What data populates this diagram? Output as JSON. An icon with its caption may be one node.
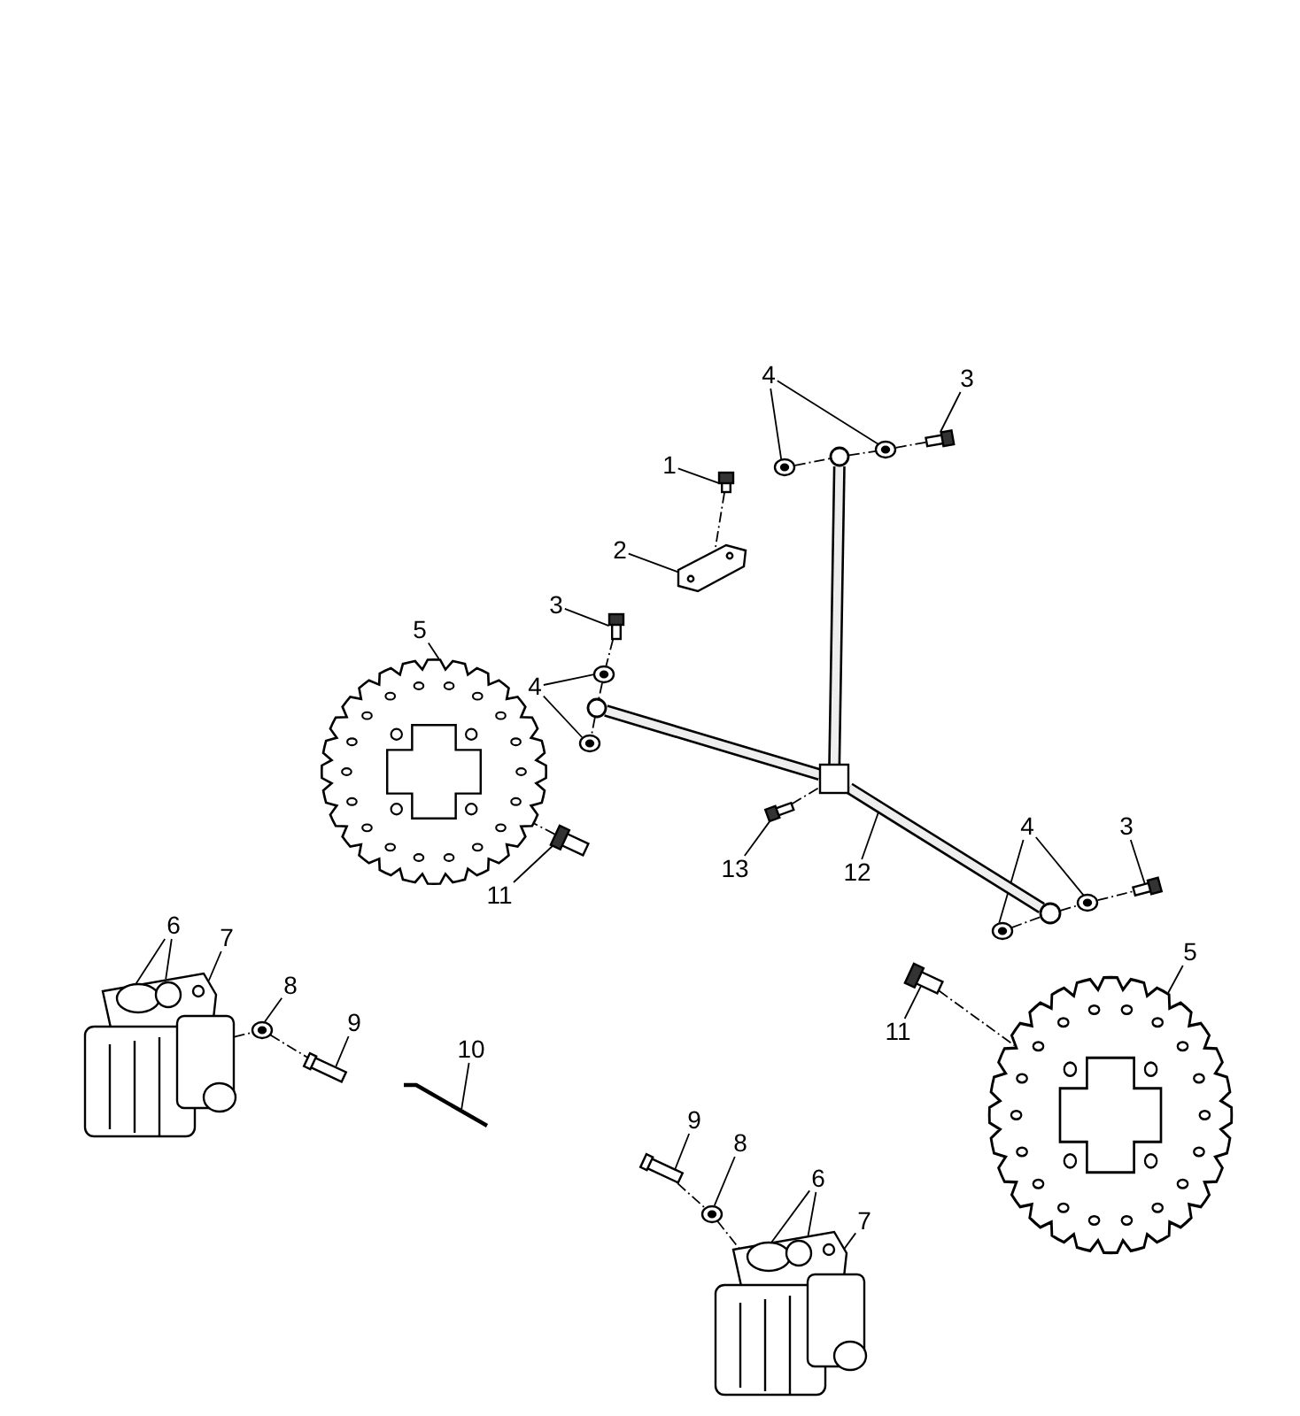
{
  "diagram": {
    "nodes": [
      {
        "text": [
          "1"
        ]
      },
      {
        "text": [
          "2"
        ]
      },
      {
        "text": [
          "3"
        ]
      },
      {
        "text": [
          "4"
        ]
      },
      {
        "text": [
          "5"
        ]
      },
      {
        "text": [
          "11"
        ]
      },
      {
        "text": [
          "13"
        ]
      },
      {
        "text": [
          "12"
        ]
      },
      {
        "text": [
          "4"
        ]
      },
      {
        "text": [
          "3"
        ]
      },
      {
        "text": [
          "4"
        ]
      },
      {
        "text": [
          "3"
        ]
      },
      {
        "text": [
          "5"
        ]
      },
      {
        "text": [
          "11"
        ]
      },
      {
        "text": [
          "6"
        ]
      },
      {
        "text": [
          "7"
        ]
      },
      {
        "text": [
          "8"
        ]
      },
      {
        "text": [
          "9"
        ]
      },
      {
        "text": [
          "10"
        ]
      },
      {
        "text": [
          "9"
        ]
      },
      {
        "text": [
          "8"
        ]
      },
      {
        "text": [
          "6"
        ]
      },
      {
        "text": [
          "7"
        ]
      },
      {
        "text": [],
        "shape": "bolt"
      },
      {
        "text": [],
        "shape": "picture"
      },
      {
        "text": [],
        "shape": "bolt"
      },
      {
        "text": [],
        "shape": "picture"
      },
      {
        "text": [],
        "shape": "picture"
      },
      {
        "text": [],
        "shape": "picture"
      },
      {
        "text": [],
        "shape": "bolt"
      },
      {
        "text": [],
        "shape": "bolt"
      },
      {
        "text": [],
        "shape": "box"
      },
      {
        "text": [],
        "shape": "picture"
      },
      {
        "text": [],
        "shape": "picture"
      },
      {
        "text": [],
        "shape": "bolt"
      },
      {
        "text": [],
        "shape": "picture"
      },
      {
        "text": [],
        "shape": "picture"
      },
      {
        "text": [],
        "shape": "bolt"
      },
      {
        "text": [],
        "shape": "picture"
      },
      {
        "text": [],
        "shape": "bolt"
      },
      {
        "text": [],
        "shape": "picture"
      },
      {
        "text": [],
        "shape": "picture"
      },
      {
        "text": [],
        "shape": "pin"
      },
      {
        "text": [],
        "shape": "picture"
      },
      {
        "text": [],
        "shape": "pin"
      },
      {
        "text": [],
        "shape": "picture"
      },
      {
        "text": [],
        "shape": "picture"
      },
      {
        "text": [],
        "shape": "circle"
      },
      {
        "text": [],
        "shape": "circle"
      },
      {
        "text": [],
        "shape": "circle"
      }
    ],
    "edges": [
      {
        "from": 0,
        "to": 23,
        "arrow": "none"
      },
      {
        "from": 1,
        "to": 24,
        "arrow": "none"
      },
      {
        "from": 2,
        "to": 25,
        "arrow": "none"
      },
      {
        "from": 3,
        "to": 26,
        "arrow": "none"
      },
      {
        "from": 3,
        "to": 27,
        "arrow": "none"
      },
      {
        "from": 4,
        "to": 28,
        "arrow": "none"
      },
      {
        "from": 5,
        "to": 29,
        "arrow": "none"
      },
      {
        "from": 6,
        "to": 30,
        "arrow": "none"
      },
      {
        "from": 7,
        "to": null,
        "arrow": "none"
      },
      {
        "from": 8,
        "to": 32,
        "arrow": "none"
      },
      {
        "from": 8,
        "to": 33,
        "arrow": "none"
      },
      {
        "from": 9,
        "to": 34,
        "arrow": "none"
      },
      {
        "from": 10,
        "to": 35,
        "arrow": "none"
      },
      {
        "from": 10,
        "to": 36,
        "arrow": "none"
      },
      {
        "from": 11,
        "to": 37,
        "arrow": "none"
      },
      {
        "from": 12,
        "to": 38,
        "arrow": "none"
      },
      {
        "from": 13,
        "to": 39,
        "arrow": "none"
      },
      {
        "from": 14,
        "to": 40,
        "arrow": "none"
      },
      {
        "from": 14,
        "to": 40,
        "arrow": "none"
      },
      {
        "from": 15,
        "to": 40,
        "arrow": "none"
      },
      {
        "from": 16,
        "to": 41,
        "arrow": "none"
      },
      {
        "from": 17,
        "to": 42,
        "arrow": "none"
      },
      {
        "from": 18,
        "to": 43,
        "arrow": "none"
      },
      {
        "from": 19,
        "to": 44,
        "arrow": "none"
      },
      {
        "from": 20,
        "to": 45,
        "arrow": "none"
      },
      {
        "from": 21,
        "to": 46,
        "arrow": "none"
      },
      {
        "from": 21,
        "to": 46,
        "arrow": "none"
      },
      {
        "from": 22,
        "to": 46,
        "arrow": "none"
      },
      {
        "from": 23,
        "to": 24,
        "arrow": "none",
        "style": "dashed"
      },
      {
        "from": 25,
        "to": 26,
        "arrow": "none",
        "style": "dashed"
      },
      {
        "from": 26,
        "to": 47,
        "arrow": "none",
        "style": "dashed"
      },
      {
        "from": 47,
        "to": 27,
        "arrow": "none",
        "style": "dashed"
      },
      {
        "from": 32,
        "to": 48,
        "arrow": "none",
        "style": "dashed"
      },
      {
        "from": 48,
        "to": 33,
        "arrow": "none",
        "style": "dashed"
      },
      {
        "from": 33,
        "to": 34,
        "arrow": "none",
        "style": "dashed"
      },
      {
        "from": 35,
        "to": 49,
        "arrow": "none",
        "style": "dashed"
      },
      {
        "from": 49,
        "to": 36,
        "arrow": "none",
        "style": "dashed"
      },
      {
        "from": 36,
        "to": 37,
        "arrow": "none",
        "style": "dashed"
      },
      {
        "from": 29,
        "to": 28,
        "arrow": "none",
        "style": "dashed"
      },
      {
        "from": 39,
        "to": 38,
        "arrow": "none",
        "style": "dashed"
      },
      {
        "from": 30,
        "to": 31,
        "arrow": "none",
        "style": "dashed"
      },
      {
        "from": 40,
        "to": 41,
        "arrow": "none",
        "style": "dashed"
      },
      {
        "from": 41,
        "to": 42,
        "arrow": "none",
        "style": "dashed"
      },
      {
        "from": 44,
        "to": 45,
        "arrow": "none",
        "style": "dashed"
      },
      {
        "from": 45,
        "to": 46,
        "arrow": "none",
        "style": "dashed"
      },
      {
        "from": 31,
        "to": 47,
        "arrow": "none",
        "style": "thick"
      },
      {
        "from": 31,
        "to": 48,
        "arrow": "none",
        "style": "thick"
      },
      {
        "from": 31,
        "to": 49,
        "arrow": "none",
        "style": "thick"
      }
    ]
  }
}
